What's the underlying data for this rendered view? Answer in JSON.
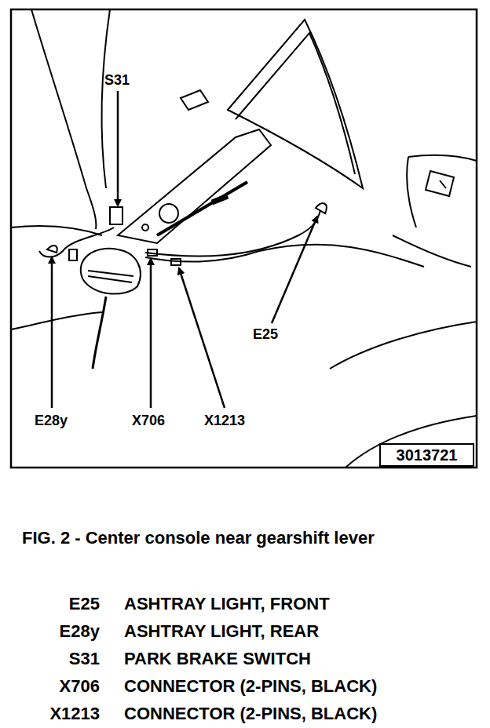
{
  "diagram": {
    "caption": "FIG. 2 - Center console near gearshift lever",
    "labels": [
      "S31",
      "E28y",
      "X706",
      "X1213",
      "E25",
      "3013721",
      "E25",
      "ASHTRAY LIGHT, FRONT",
      "E28y",
      "ASHTRAY LIGHT, REAR",
      "S31",
      "PARK BRAKE SWITCH",
      "X706",
      "CONNECTOR (2-PINS, BLACK)",
      "X1213",
      "CONNECTOR (2-PINS, BLACK)"
    ]
  }
}
